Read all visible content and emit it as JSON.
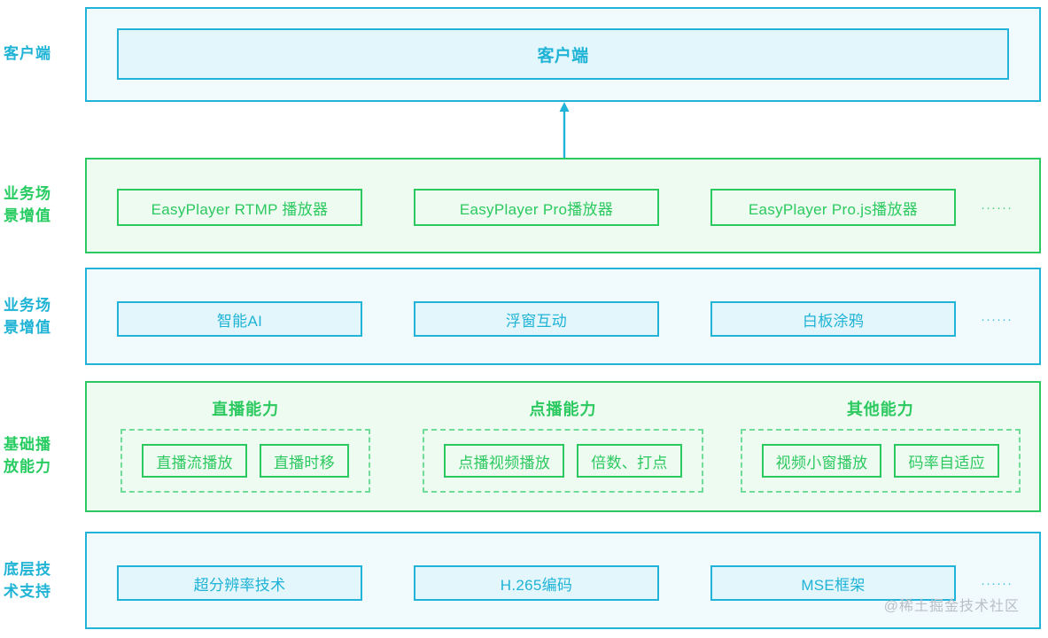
{
  "colors": {
    "blue_line": "#22b3d8",
    "blue_text": "#1fb3d6",
    "blue_fill": "#f1fbfd",
    "blue_chip_fill": "#e3f6fc",
    "green_line": "#2bc95f",
    "green_text": "#2bc95f",
    "green_fill": "#eefbf1",
    "watermark": "#b9bfc6"
  },
  "rows": {
    "client": {
      "label": "客户端",
      "box_label": "客户端"
    },
    "players": {
      "label": "业务场\n景增值",
      "items": [
        "EasyPlayer RTMP 播放器",
        "EasyPlayer Pro播放器",
        "EasyPlayer Pro.js播放器"
      ],
      "ellipsis": "······"
    },
    "value_added": {
      "label": "业务场\n景增值",
      "items": [
        "智能AI",
        "浮窗互动",
        "白板涂鸦"
      ],
      "ellipsis": "······"
    },
    "capability": {
      "label": "基础播\n放能力",
      "columns": [
        {
          "title": "直播能力",
          "items": [
            "直播流播放",
            "直播时移"
          ]
        },
        {
          "title": "点播能力",
          "items": [
            "点播视频播放",
            "倍数、打点"
          ]
        },
        {
          "title": "其他能力",
          "items": [
            "视频小窗播放",
            "码率自适应"
          ]
        }
      ]
    },
    "foundation": {
      "label": "底层技\n术支持",
      "items": [
        "超分辨率技术",
        "H.265编码",
        "MSE框架"
      ],
      "ellipsis": "······"
    }
  },
  "watermark": "@稀土掘金技术社区"
}
